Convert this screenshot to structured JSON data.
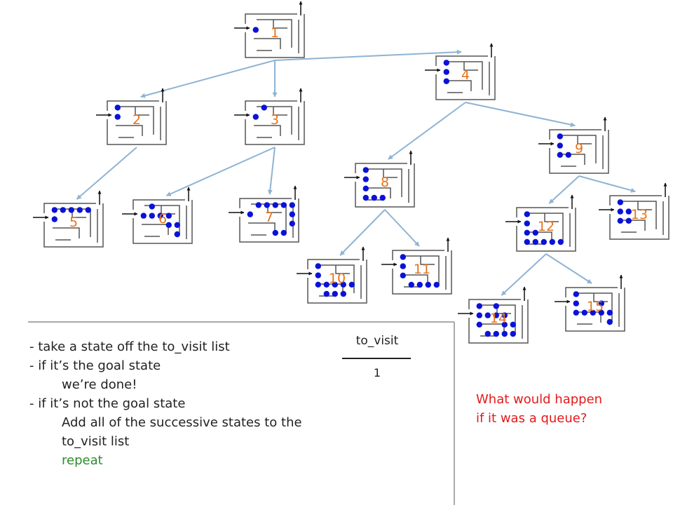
{
  "colors": {
    "edge": "#8fb3d3",
    "node_label": "#e4741c",
    "dot": "#0a12d8",
    "maze_line": "#555555",
    "divider": "#a9a9a9",
    "repeat": "#2e8b2e",
    "question": "#e41a1a"
  },
  "icons": [
    "entry-arrow-icon",
    "exit-arrow-icon",
    "maze-icon",
    "dot-marker-icon"
  ],
  "nodes": [
    {
      "id": "1",
      "label": "1",
      "dots": [
        [
          -0.68,
          -0.28
        ]
      ]
    },
    {
      "id": "2",
      "label": "2",
      "dots": [
        [
          -0.68,
          -0.72
        ],
        [
          -0.68,
          -0.28
        ]
      ]
    },
    {
      "id": "3",
      "label": "3",
      "dots": [
        [
          -0.68,
          -0.28
        ],
        [
          -0.38,
          -0.72
        ]
      ]
    },
    {
      "id": "4",
      "label": "4",
      "dots": [
        [
          -0.68,
          -0.72
        ],
        [
          -0.68,
          -0.28
        ],
        [
          -0.68,
          0.16
        ]
      ]
    },
    {
      "id": "5",
      "label": "5",
      "dots": [
        [
          -0.68,
          -0.72
        ],
        [
          -0.68,
          -0.28
        ],
        [
          -0.38,
          -0.72
        ],
        [
          -0.08,
          -0.72
        ],
        [
          0.22,
          -0.72
        ],
        [
          0.52,
          -0.72
        ]
      ]
    },
    {
      "id": "6",
      "label": "6",
      "dots": [
        [
          -0.68,
          -0.28
        ],
        [
          -0.38,
          -0.72
        ],
        [
          -0.38,
          -0.28
        ],
        [
          -0.08,
          -0.28
        ],
        [
          0.22,
          -0.28
        ],
        [
          0.22,
          0.16
        ],
        [
          0.52,
          0.16
        ],
        [
          0.52,
          0.6
        ]
      ]
    },
    {
      "id": "7",
      "label": "7",
      "dots": [
        [
          -0.68,
          -0.28
        ],
        [
          -0.38,
          -0.72
        ],
        [
          -0.08,
          -0.72
        ],
        [
          0.22,
          -0.72
        ],
        [
          0.52,
          -0.72
        ],
        [
          0.82,
          -0.72
        ],
        [
          0.82,
          -0.28
        ],
        [
          0.82,
          0.16
        ],
        [
          0.52,
          0.6
        ],
        [
          0.22,
          0.6
        ]
      ]
    },
    {
      "id": "8",
      "label": "8",
      "dots": [
        [
          -0.68,
          -0.72
        ],
        [
          -0.68,
          -0.28
        ],
        [
          -0.68,
          0.16
        ],
        [
          -0.68,
          0.6
        ],
        [
          -0.38,
          0.6
        ],
        [
          -0.08,
          0.6
        ]
      ]
    },
    {
      "id": "9",
      "label": "9",
      "dots": [
        [
          -0.68,
          -0.72
        ],
        [
          -0.68,
          -0.28
        ],
        [
          -0.68,
          0.16
        ],
        [
          -0.38,
          0.16
        ]
      ]
    },
    {
      "id": "10",
      "label": "10",
      "dots": [
        [
          -0.68,
          -0.72
        ],
        [
          -0.68,
          -0.28
        ],
        [
          -0.68,
          0.16
        ],
        [
          -0.38,
          0.16
        ],
        [
          -0.08,
          0.16
        ],
        [
          0.22,
          0.16
        ],
        [
          0.52,
          0.16
        ],
        [
          -0.38,
          0.6
        ],
        [
          -0.08,
          0.6
        ],
        [
          0.22,
          0.6
        ]
      ]
    },
    {
      "id": "11",
      "label": "11",
      "dots": [
        [
          -0.68,
          -0.72
        ],
        [
          -0.68,
          -0.28
        ],
        [
          -0.68,
          0.16
        ],
        [
          -0.38,
          0.6
        ],
        [
          -0.08,
          0.6
        ],
        [
          0.22,
          0.6
        ],
        [
          0.52,
          0.6
        ]
      ]
    },
    {
      "id": "12",
      "label": "12",
      "dots": [
        [
          -0.68,
          -0.72
        ],
        [
          -0.68,
          -0.28
        ],
        [
          -0.68,
          0.16
        ],
        [
          -0.68,
          0.6
        ],
        [
          -0.38,
          0.16
        ],
        [
          -0.38,
          0.6
        ],
        [
          -0.08,
          0.6
        ],
        [
          0.22,
          0.6
        ],
        [
          0.52,
          0.6
        ]
      ]
    },
    {
      "id": "13",
      "label": "13",
      "dots": [
        [
          -0.68,
          -0.72
        ],
        [
          -0.68,
          -0.28
        ],
        [
          -0.68,
          0.16
        ],
        [
          -0.38,
          -0.28
        ],
        [
          -0.38,
          0.16
        ]
      ]
    },
    {
      "id": "14",
      "label": "14",
      "dots": [
        [
          -0.68,
          -0.72
        ],
        [
          -0.68,
          -0.28
        ],
        [
          -0.38,
          -0.28
        ],
        [
          -0.08,
          -0.72
        ],
        [
          -0.08,
          -0.28
        ],
        [
          0.22,
          -0.28
        ],
        [
          0.22,
          0.16
        ],
        [
          0.52,
          0.16
        ],
        [
          -0.68,
          0.16
        ],
        [
          -0.38,
          0.6
        ],
        [
          -0.08,
          0.6
        ],
        [
          0.22,
          0.6
        ],
        [
          0.52,
          0.6
        ]
      ]
    },
    {
      "id": "15",
      "label": "15",
      "dots": [
        [
          -0.68,
          -0.72
        ],
        [
          -0.68,
          -0.28
        ],
        [
          -0.68,
          0.16
        ],
        [
          -0.38,
          0.16
        ],
        [
          -0.08,
          0.16
        ],
        [
          0.22,
          -0.28
        ],
        [
          0.22,
          0.16
        ],
        [
          0.52,
          0.16
        ],
        [
          0.52,
          0.6
        ]
      ]
    }
  ],
  "edges": [
    {
      "from": "1",
      "to": "2"
    },
    {
      "from": "1",
      "to": "3"
    },
    {
      "from": "1",
      "to": "4"
    },
    {
      "from": "2",
      "to": "5"
    },
    {
      "from": "3",
      "to": "6"
    },
    {
      "from": "3",
      "to": "7"
    },
    {
      "from": "4",
      "to": "8"
    },
    {
      "from": "4",
      "to": "9"
    },
    {
      "from": "8",
      "to": "10"
    },
    {
      "from": "8",
      "to": "11"
    },
    {
      "from": "9",
      "to": "12"
    },
    {
      "from": "9",
      "to": "13"
    },
    {
      "from": "12",
      "to": "14"
    },
    {
      "from": "12",
      "to": "15"
    }
  ],
  "steps": {
    "line1": "- take a state off the to_visit list",
    "line2": "- if it’s the goal state",
    "line3": "we’re done!",
    "line4": "- if it’s not the goal state",
    "line5": "Add all of the successive states to the",
    "line6": "to_visit list",
    "line7": "repeat"
  },
  "to_visit": {
    "header": "to_visit",
    "items": [
      "1"
    ]
  },
  "question": {
    "line1": "What would happen",
    "line2": "if it was a queue?"
  }
}
